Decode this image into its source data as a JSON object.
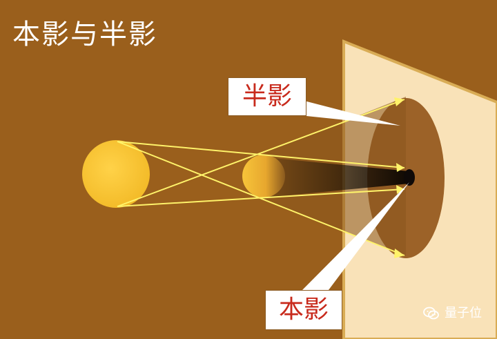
{
  "title": "本影与半影",
  "labels": {
    "penumbra": "半影",
    "umbra": "本影"
  },
  "watermark": {
    "text": "量子位",
    "icon": "wechat-icon"
  },
  "colors": {
    "background": "#9a5f1c",
    "screen": "#f8dfb4",
    "sun": "#f3c12b",
    "moon": "#f0b82e",
    "ray": "#fff56a",
    "penumbra_region": "#9f6328",
    "umbra_spot": "#100b08",
    "label_text": "#c82a1c"
  }
}
